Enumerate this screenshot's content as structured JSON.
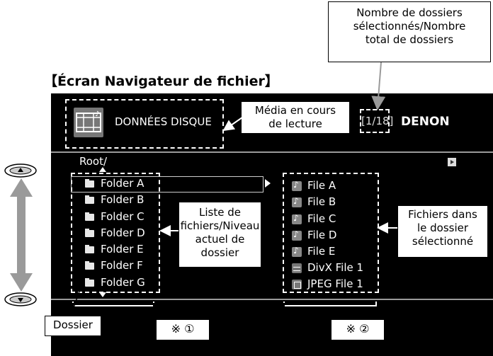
{
  "heading": "【Écran Navigateur de fichier】",
  "callouts": {
    "folder_count": [
      "Nombre de dossiers",
      "sélectionnés/Nombre",
      "total de dossiers"
    ],
    "media": [
      "Média en cours",
      "de lecture"
    ],
    "file_list": [
      "Liste de",
      "fichiers/Niveau",
      "actuel de",
      "dossier"
    ],
    "files_in_folder": [
      "Fichiers dans",
      "le dossier",
      "sélectionné"
    ],
    "dossier": "Dossier",
    "note1": "※ ①",
    "note2": "※ ②"
  },
  "screen": {
    "media_label": "DONNÉES DISQUE",
    "counter": "[1/18]",
    "brand": "DENON",
    "path": "Root/",
    "folders": [
      "Folder A",
      "Folder B",
      "Folder C",
      "Folder D",
      "Folder E",
      "Folder F",
      "Folder G"
    ],
    "files": [
      {
        "name": "File A",
        "icon": "music-file-icon"
      },
      {
        "name": "File B",
        "icon": "music-file-icon"
      },
      {
        "name": "File C",
        "icon": "music-file-icon"
      },
      {
        "name": "File D",
        "icon": "music-file-icon"
      },
      {
        "name": "File E",
        "icon": "music-file-icon"
      },
      {
        "name": "DivX File 1",
        "icon": "video-file-icon"
      },
      {
        "name": "JPEG File 1",
        "icon": "image-file-icon"
      }
    ]
  }
}
